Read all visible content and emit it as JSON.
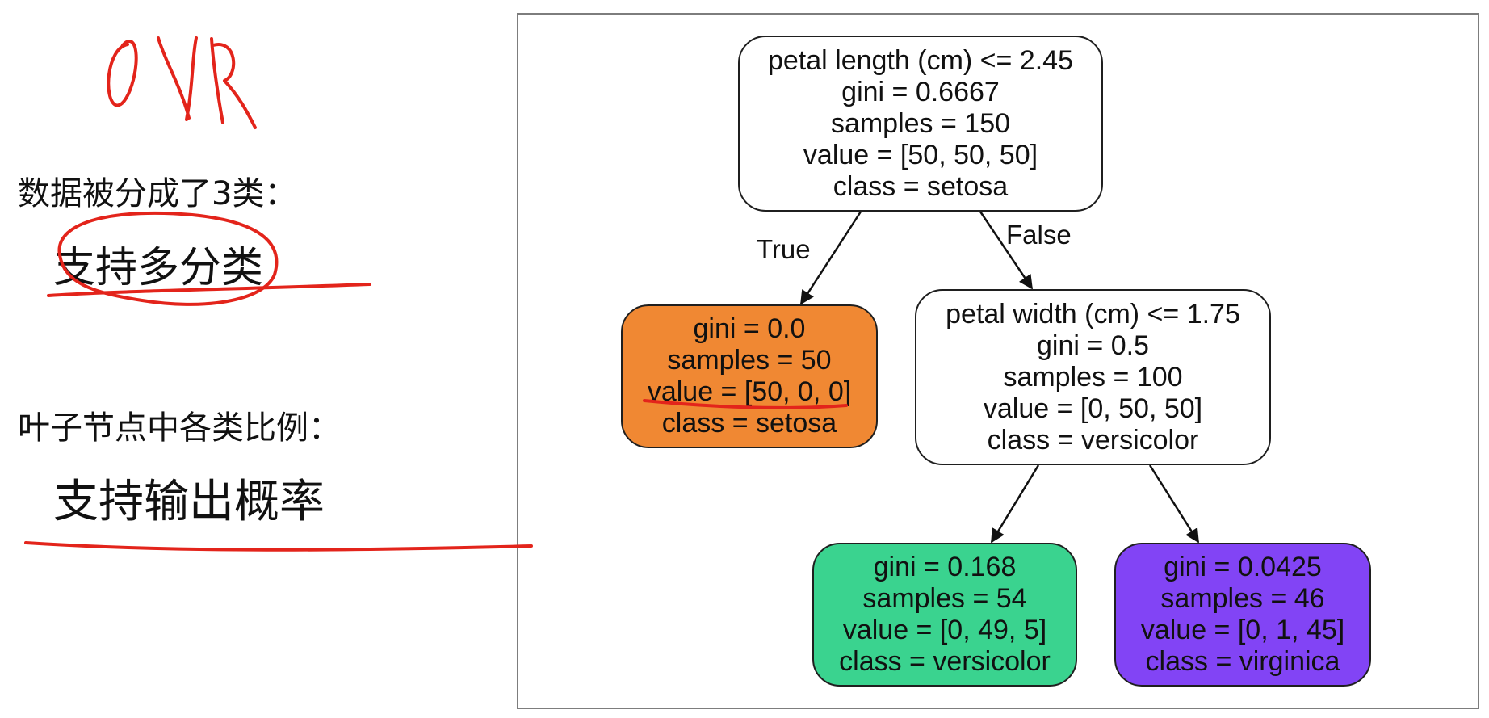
{
  "notes": {
    "heading_classes": "数据被分成了3类：",
    "emphasis_multiclass": "支持多分类",
    "heading_leaf_ratio": "叶子节点中各类比例：",
    "emphasis_probability": "支持输出概率"
  },
  "tree": {
    "root": {
      "condition": "petal length (cm) <= 2.45",
      "gini": "gini = 0.6667",
      "samples": "samples = 150",
      "value": "value = [50, 50, 50]",
      "class": "class = setosa"
    },
    "edge_true_label": "True",
    "edge_false_label": "False",
    "leaf_setosa": {
      "gini": "gini = 0.0",
      "samples": "samples = 50",
      "value": "value = [50, 0, 0]",
      "class": "class = setosa"
    },
    "split_width": {
      "condition": "petal width (cm) <= 1.75",
      "gini": "gini = 0.5",
      "samples": "samples = 100",
      "value": "value = [0, 50, 50]",
      "class": "class = versicolor"
    },
    "leaf_versicolor": {
      "gini": "gini = 0.168",
      "samples": "samples = 54",
      "value": "value = [0, 49, 5]",
      "class": "class = versicolor"
    },
    "leaf_virginica": {
      "gini": "gini = 0.0425",
      "samples": "samples = 46",
      "value": "value = [0, 1, 45]",
      "class": "class = virginica"
    }
  },
  "colors": {
    "setosa_fill": "#f08833",
    "versicolor_fill": "#3ad38f",
    "virginica_fill": "#8244f5",
    "annotation_red": "#e3241b"
  }
}
